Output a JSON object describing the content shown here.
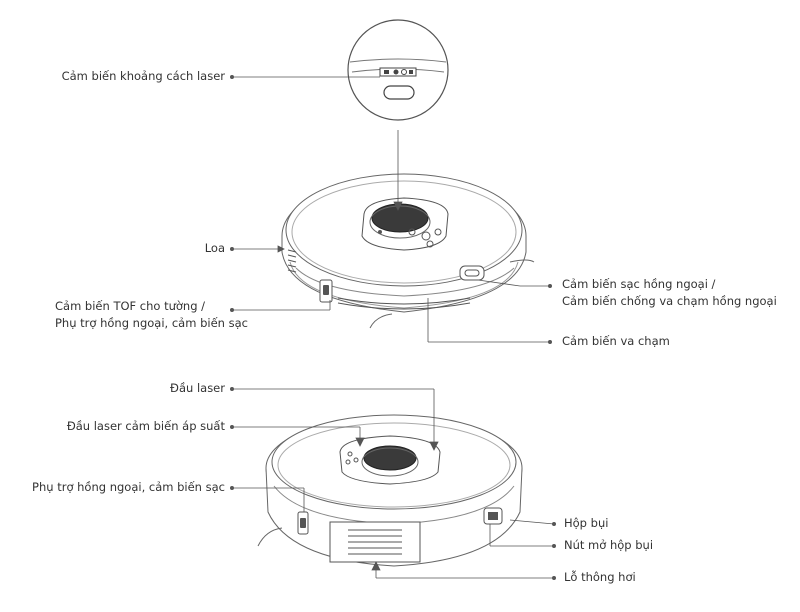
{
  "labels": {
    "laser_distance_sensor": "Cảm biến khoảng cách laser",
    "speaker": "Loa",
    "tof_sensor_line1": "Cảm biến TOF cho tường /",
    "tof_sensor_line2": "Phụ trợ hồng ngoại, cảm biến sạc",
    "ir_charging_line1": "Cảm biến sạc hồng ngoại /",
    "ir_charging_line2": "Cảm biến chống va chạm hồng ngoại",
    "bumper_sensor": "Cảm biến va chạm",
    "laser_head": "Đầu laser",
    "pressure_laser_head": "Đầu laser cảm biến áp suất",
    "ir_assist_charging": "Phụ trợ hồng ngoại, cảm biến sạc",
    "dustbin": "Hộp bụi",
    "dustbin_button": "Nút mở hộp bụi",
    "vent": "Lỗ thông hơi"
  },
  "colors": {
    "line": "#555555",
    "outline": "#666666",
    "dark_disc": "#3a3a3a"
  }
}
